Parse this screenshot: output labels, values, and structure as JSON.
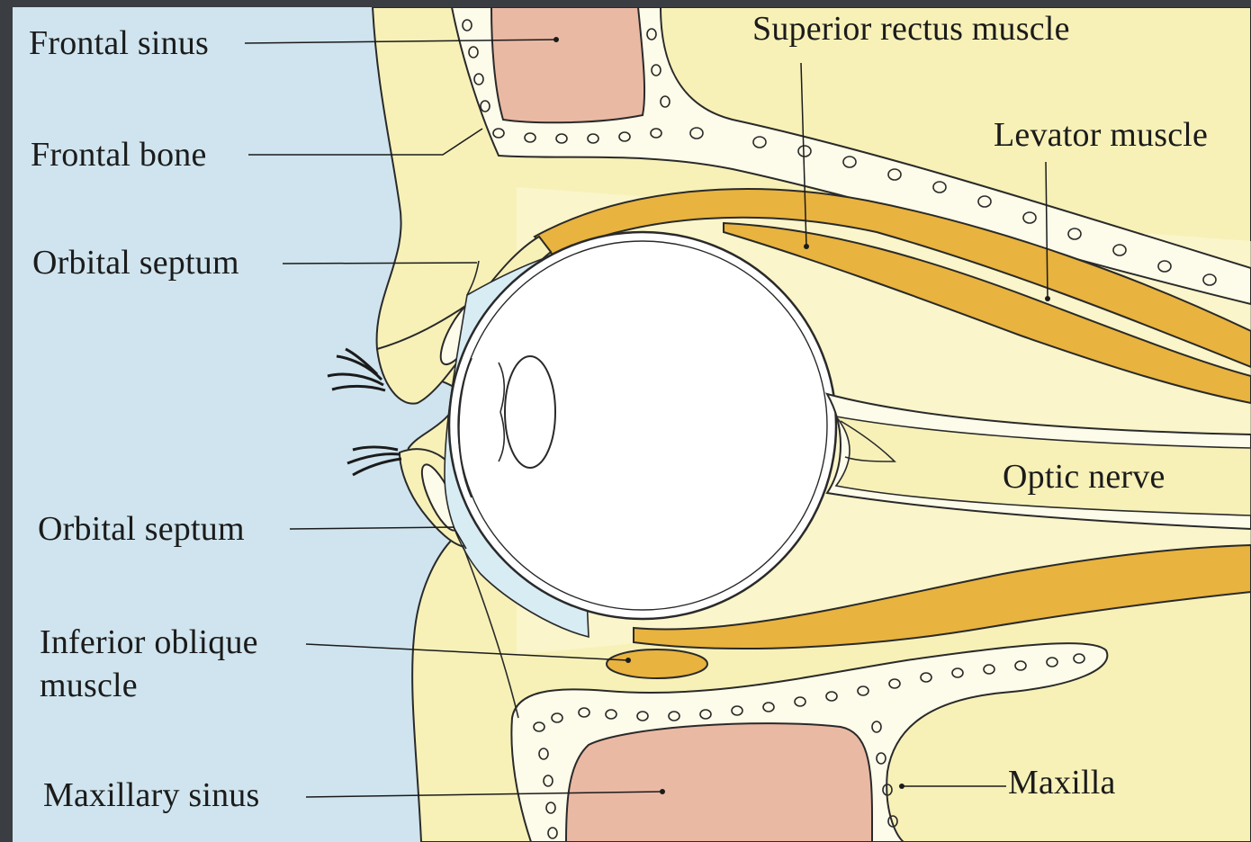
{
  "diagram": {
    "labels": {
      "frontal_sinus": "Frontal sinus",
      "frontal_bone": "Frontal bone",
      "orbital_septum_upper": "Orbital septum",
      "orbital_septum_lower": "Orbital septum",
      "inferior_oblique_line1": "Inferior oblique",
      "inferior_oblique_line2": "muscle",
      "maxillary_sinus": "Maxillary sinus",
      "superior_rectus": "Superior rectus muscle",
      "levator": "Levator muscle",
      "optic_nerve": "Optic nerve",
      "maxilla": "Maxilla"
    },
    "colors": {
      "background": "#cfe4ee",
      "tissue": "#f7f1b8",
      "tissue_light": "#fbf7d2",
      "muscle": "#e8b33e",
      "bone": "#fdfbe9",
      "sinus": "#eab9a4",
      "globe": "#ffffff",
      "outline": "#2a2a2a",
      "frame": "#3a3d42"
    }
  }
}
